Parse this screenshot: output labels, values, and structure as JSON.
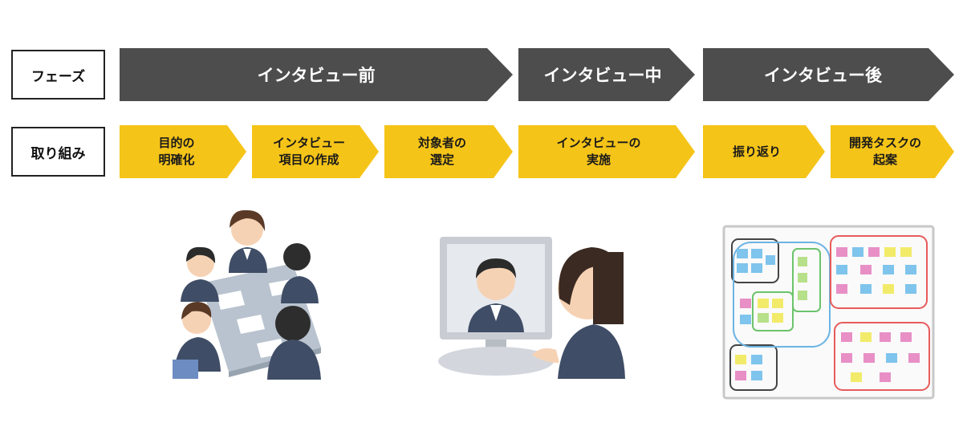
{
  "row_labels": {
    "phase": "フェーズ",
    "activities": "取り組み"
  },
  "phases": [
    {
      "label": "インタビュー前"
    },
    {
      "label": "インタビュー中"
    },
    {
      "label": "インタビュー後"
    }
  ],
  "steps": [
    {
      "label": "目的の\n明確化"
    },
    {
      "label": "インタビュー\n項目の作成"
    },
    {
      "label": "対象者の\n選定"
    },
    {
      "label": "インタビューの\n実施"
    },
    {
      "label": "振り返り"
    },
    {
      "label": "開発タスクの\n起案"
    }
  ],
  "colors": {
    "phase_fill": "#4d4d4d",
    "step_fill": "#f5c418",
    "border": "#222222"
  },
  "illustrations": [
    {
      "icon": "team-meeting-illustration"
    },
    {
      "icon": "video-call-illustration"
    },
    {
      "icon": "sticky-note-board-illustration"
    }
  ]
}
